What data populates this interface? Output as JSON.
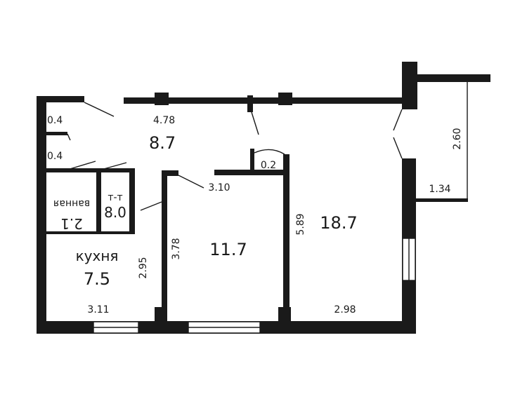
{
  "rooms": {
    "hall_area": "8.7",
    "hall_width": "4.78",
    "closet_top": "0.4",
    "closet_bottom": "0.4",
    "bathroom_name": "ванная",
    "bathroom_area": "2.1",
    "toilet_name": "т-т",
    "toilet_area": "8.0",
    "kitchen_name": "кухня",
    "kitchen_area": "7.5",
    "kitchen_height": "2.95",
    "kitchen_width": "3.11",
    "bedroom_area": "11.7",
    "bedroom_top": "3.10",
    "bedroom_height": "3.78",
    "niche": "0.2",
    "living_area": "18.7",
    "living_height": "5.89",
    "living_width": "2.98",
    "balcony_length": "2.60",
    "balcony_width": "1.34"
  },
  "colors": {
    "wall": "#1a1a1a",
    "background": "#ffffff"
  }
}
